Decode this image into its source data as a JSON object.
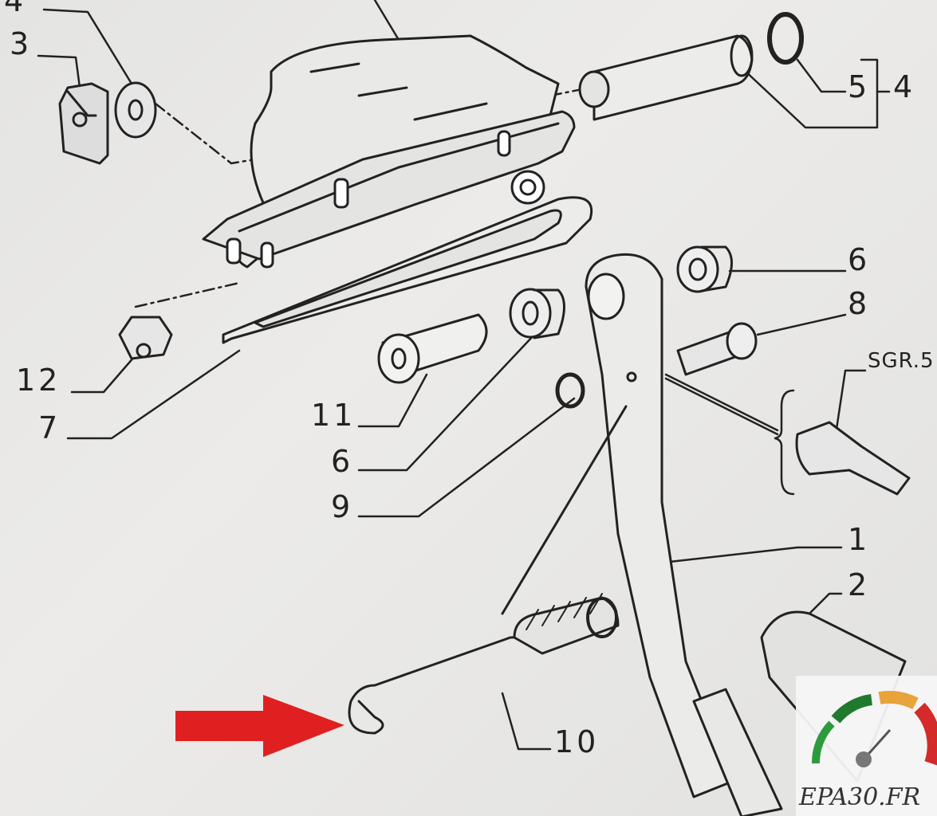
{
  "callouts": {
    "c4_top": "4",
    "c3": "3",
    "c5": "5",
    "c4": "4",
    "c6_right": "6",
    "c8": "8",
    "sgr": "SGR.5",
    "c12": "12",
    "c7": "7",
    "c11": "11",
    "c6_left": "6",
    "c9": "9",
    "c1": "1",
    "c2": "2",
    "c10": "10"
  },
  "logo": {
    "text": "EPA30.FR"
  },
  "colors": {
    "arrow": "#e02020",
    "line": "#222222",
    "gauge_green": "#2e9a3e",
    "gauge_orange": "#e8a33a",
    "gauge_red": "#d42a2a"
  }
}
